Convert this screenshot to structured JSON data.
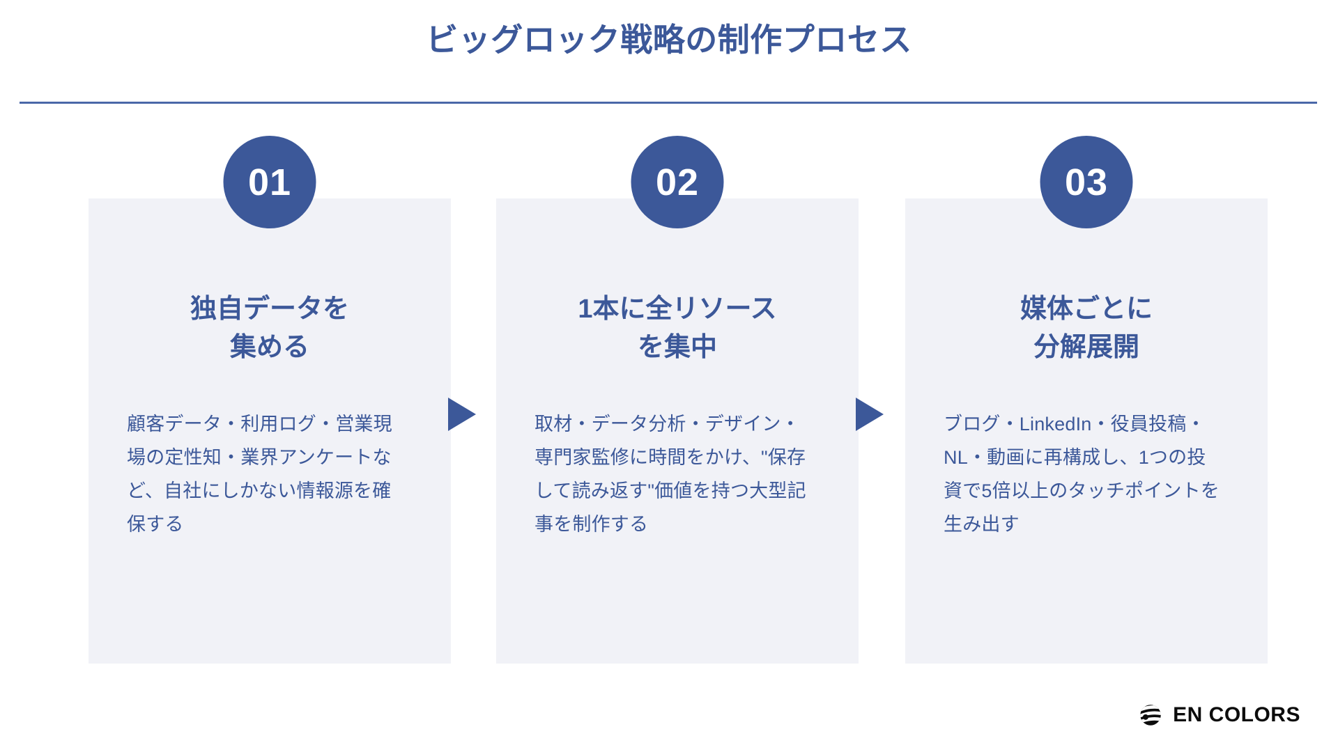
{
  "header": {
    "title": "ビッグロック戦略の制作プロセス",
    "divider_color": "#4a67a8"
  },
  "theme": {
    "accent": "#3c5899",
    "card_bg": "#f1f2f7",
    "page_bg": "#ffffff",
    "logo_color": "#0c0c0c"
  },
  "steps": [
    {
      "number": "01",
      "heading": "独自データを\n集める",
      "body": "顧客データ・利用ログ・営業現場の定性知・業界アンケートなど、自社にしかない情報源を確保する"
    },
    {
      "number": "02",
      "heading": "1本に全リソース\nを集中",
      "body": "取材・データ分析・デザイン・専門家監修に時間をかけ、\"保存して読み返す\"価値を持つ大型記事を制作する"
    },
    {
      "number": "03",
      "heading": "媒体ごとに\n分解展開",
      "body": "ブログ・LinkedIn・役員投稿・NL・動画に再構成し、1つの投資で5倍以上のタッチポイントを生み出す"
    }
  ],
  "arrows": [
    {
      "label": "arrow-step-1-to-2"
    },
    {
      "label": "arrow-step-2-to-3"
    }
  ],
  "logo": {
    "text": "EN COLORS",
    "icon": "globe-sphere-icon"
  }
}
